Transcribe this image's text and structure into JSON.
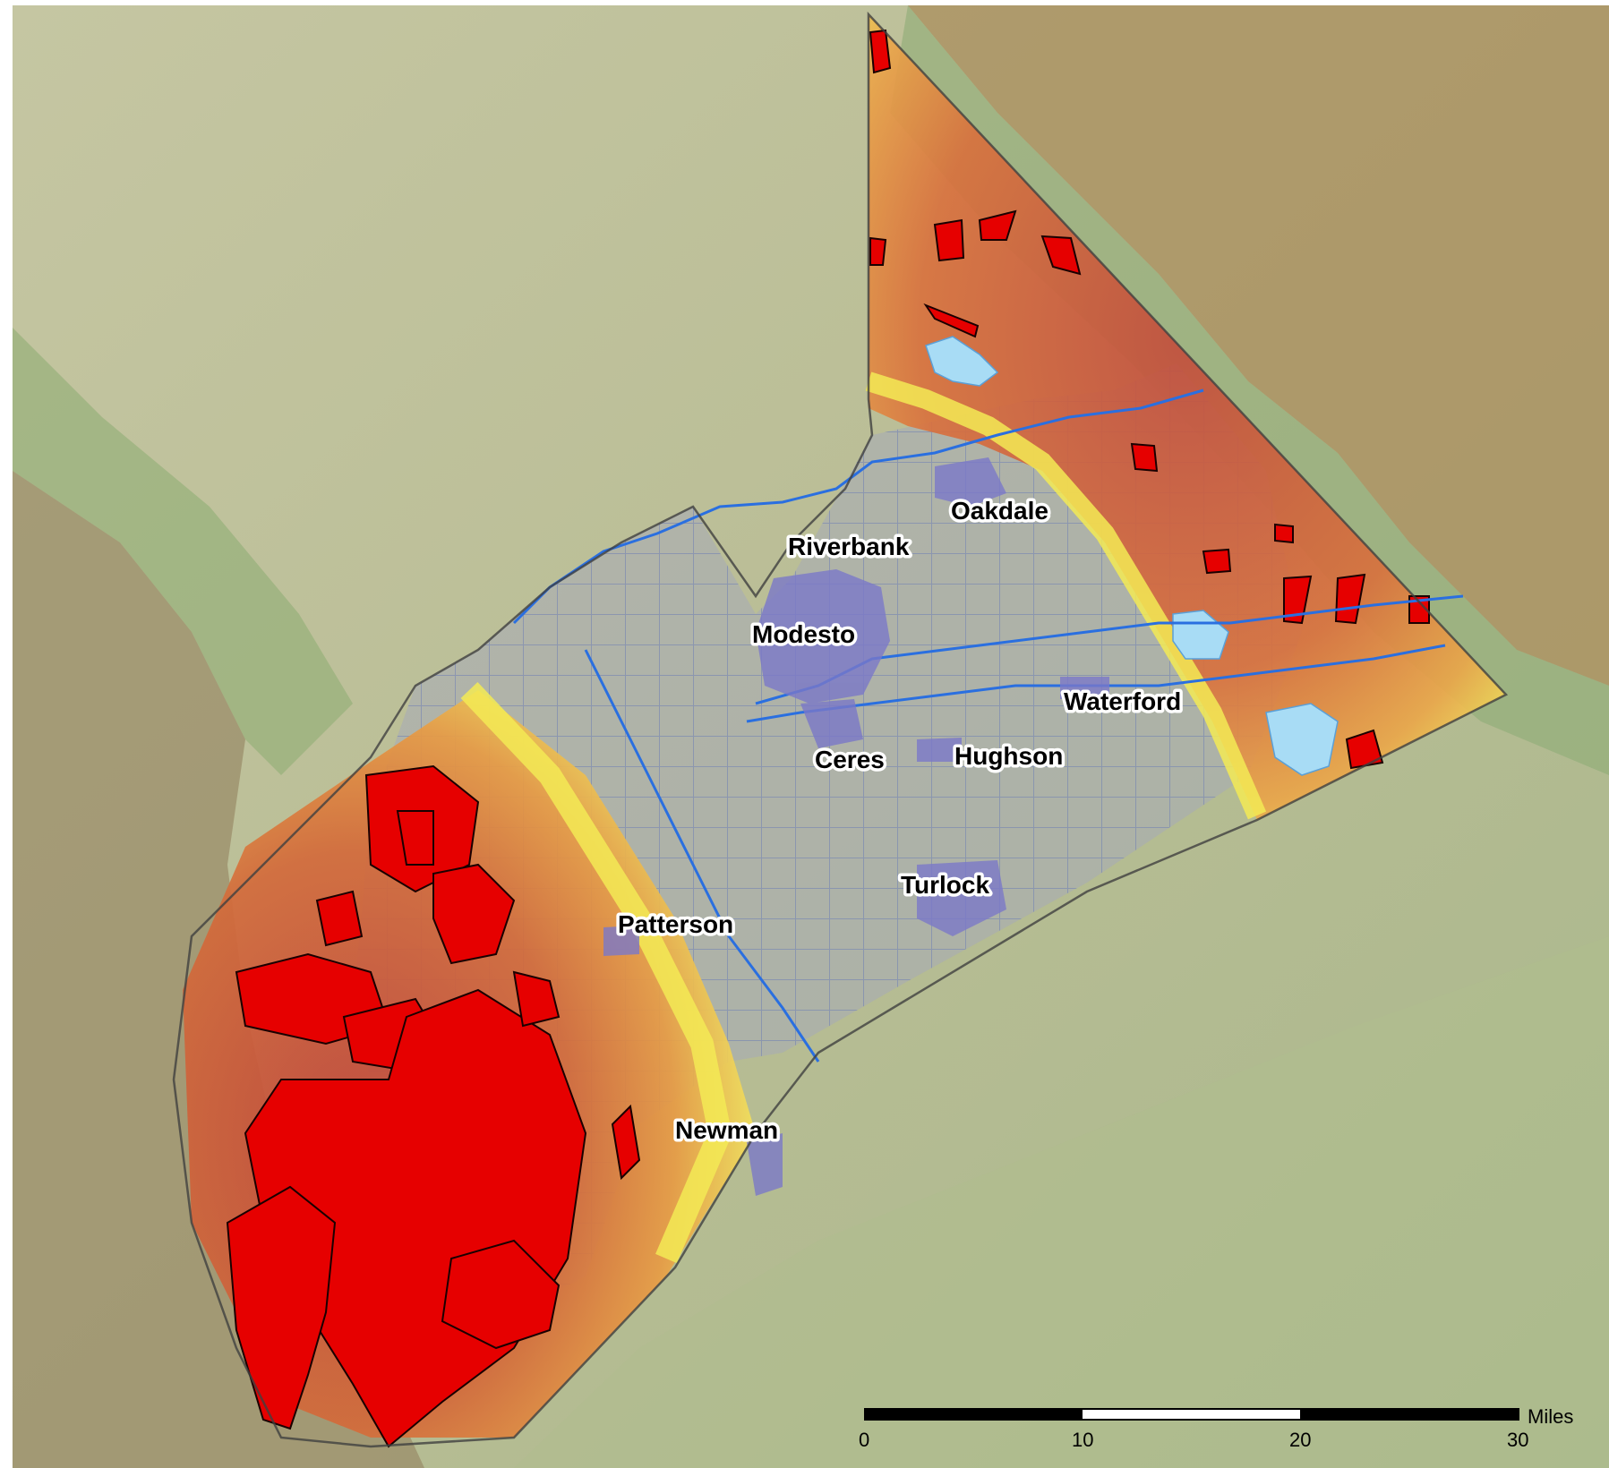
{
  "map": {
    "cities": [
      {
        "name": "Oakdale"
      },
      {
        "name": "Riverbank"
      },
      {
        "name": "Modesto"
      },
      {
        "name": "Waterford"
      },
      {
        "name": "Ceres"
      },
      {
        "name": "Hughson"
      },
      {
        "name": "Turlock"
      },
      {
        "name": "Patterson"
      },
      {
        "name": "Newman"
      }
    ],
    "scale_bar": {
      "unit": "Miles",
      "ticks": [
        "0",
        "10",
        "20",
        "30"
      ]
    },
    "colors": {
      "fire_perimeter": "#e60000",
      "hazard_high": "#c8553a",
      "hazard_mid": "#e07a3c",
      "hazard_low": "#f0c85a",
      "hazard_edge": "#f5f05a",
      "water": "#a8dcf5",
      "river": "#2a6fe0",
      "urban": "#7a78c8",
      "roads": "#6e7fb4",
      "terrain_base": "#b9bd95"
    }
  }
}
